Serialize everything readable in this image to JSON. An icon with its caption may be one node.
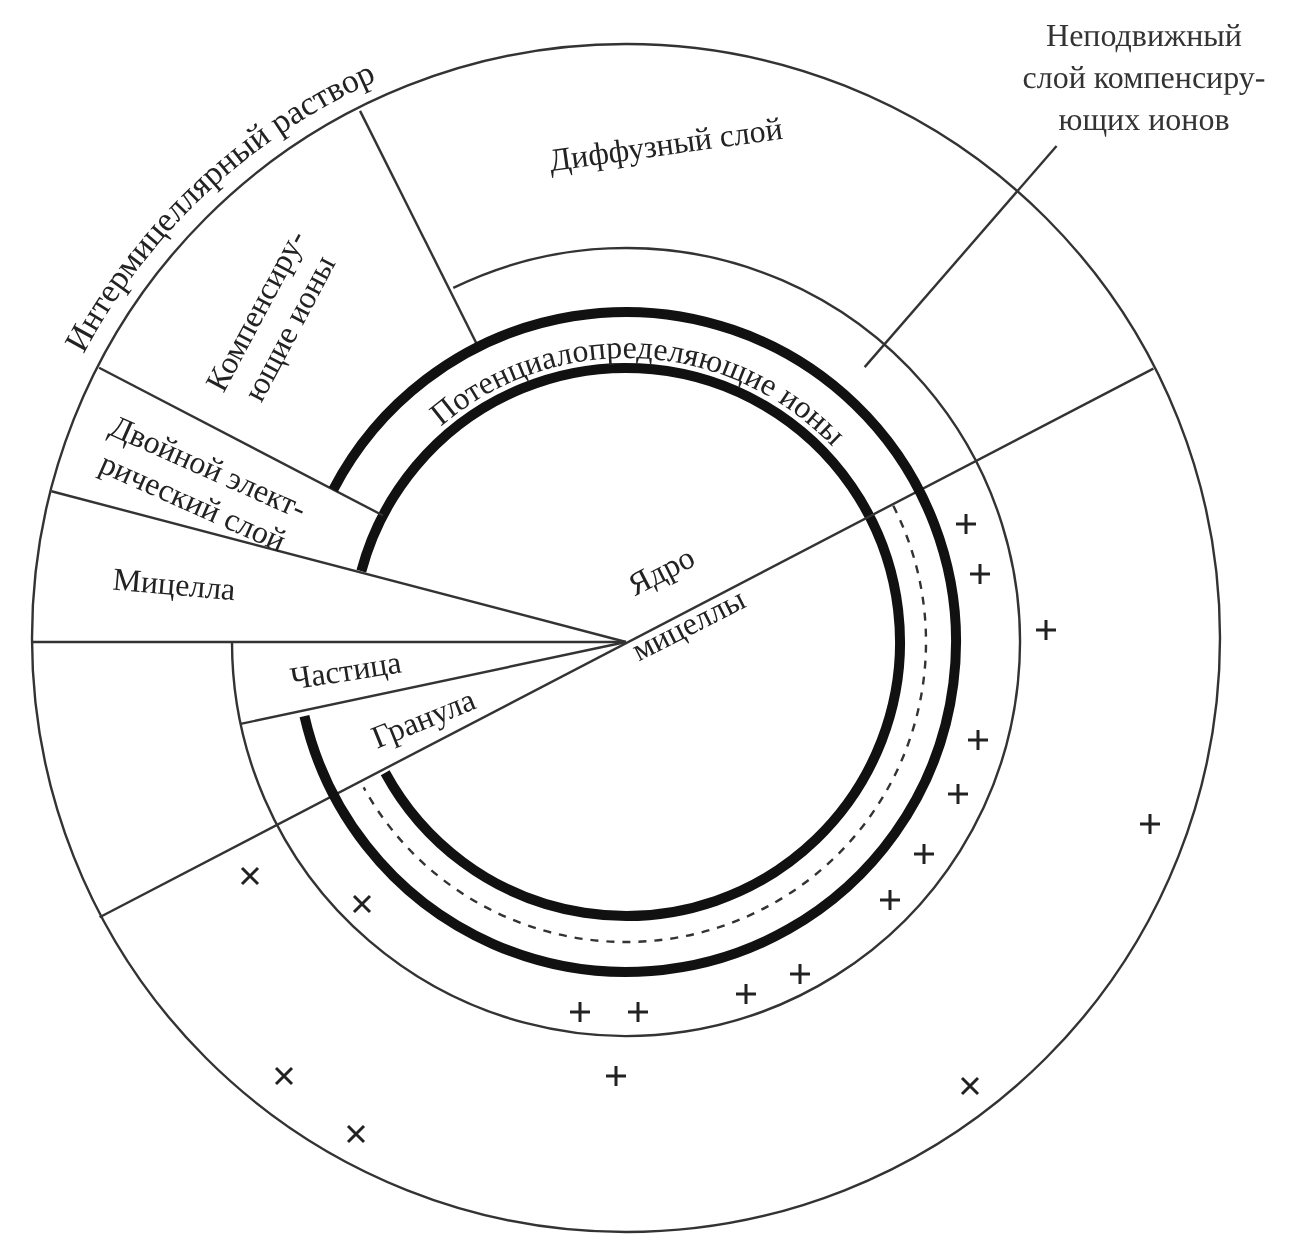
{
  "diagram": {
    "nodes": [
      {
        "text": [
          "Неподвижный слой компенсиру-ющих ионов"
        ]
      },
      {
        "text": [],
        "shape": "ring"
      }
    ],
    "edges": [
      {
        "from": 0,
        "to": 1,
        "arrow": "none"
      }
    ],
    "labels": [
      "Интермицеллярный раствор",
      "Диффузный слой",
      "Компенсиру-ющие ионы",
      "Двойной элект-рический слой",
      "Потенциалопределяющие ионы",
      "Мицелла",
      "Ядро мицеллы",
      "Частица",
      "Гранула"
    ]
  }
}
